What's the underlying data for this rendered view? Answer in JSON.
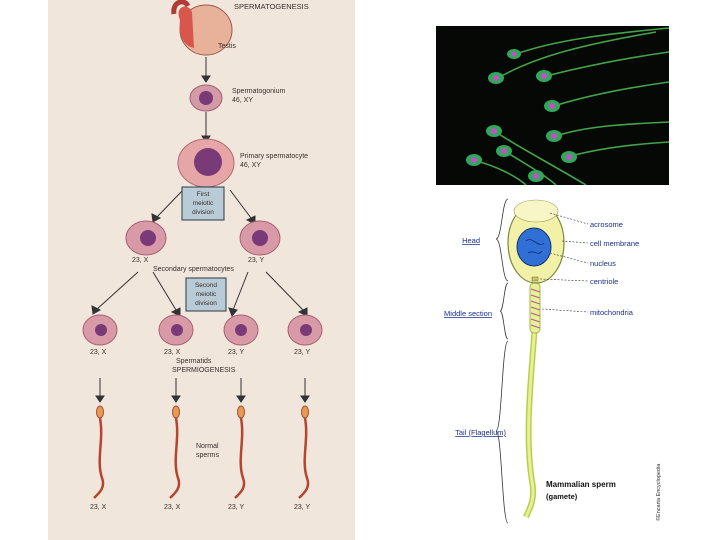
{
  "spermatogenesis": {
    "title": "SPERMATOGENESIS",
    "testis": "Testis",
    "spermatogonium": "Spermatogonium",
    "spermatogonium_karyotype": "46, XY",
    "primary": "Primary spermatocyte",
    "primary_karyotype": "46, XY",
    "first_div": [
      "First",
      "meiotic",
      "division"
    ],
    "secondary_left": "23, X",
    "secondary_right": "23, Y",
    "secondary_label": "Secondary spermatocytes",
    "second_div": [
      "Second",
      "meiotic",
      "division"
    ],
    "spermatids": [
      "23, X",
      "23, X",
      "23, Y",
      "23, Y"
    ],
    "spermatids_label": "Spermatids",
    "spermiogenesis": "SPERMIOGENESIS",
    "normal_sperms": [
      "Normal",
      "sperms"
    ],
    "sperms": [
      "23, X",
      "23, X",
      "23, Y",
      "23, Y"
    ]
  },
  "sperm_diagram": {
    "head": "Head",
    "middle": "Middle section",
    "tail": "Tail (Flagellum)",
    "acrosome": "acrosome",
    "cell_membrane": "cell membrane",
    "nucleus": "nucleus",
    "centriole": "centriole",
    "mitochondria": "mitochondria",
    "caption_title": "Mammalian sperm",
    "caption_sub": "(gamete)",
    "credit": "©Encarta Encyclopedia"
  },
  "colors": {
    "cell_fill": "#d9a0a8",
    "nucleus": "#7a3a78",
    "sperm_body": "#e8ef9a",
    "sperm_nucleus": "#2f6fd6",
    "label_blue": "#1a2f8a",
    "micrograph_bg": "#050805",
    "sperm_glow": "#58d05a"
  }
}
